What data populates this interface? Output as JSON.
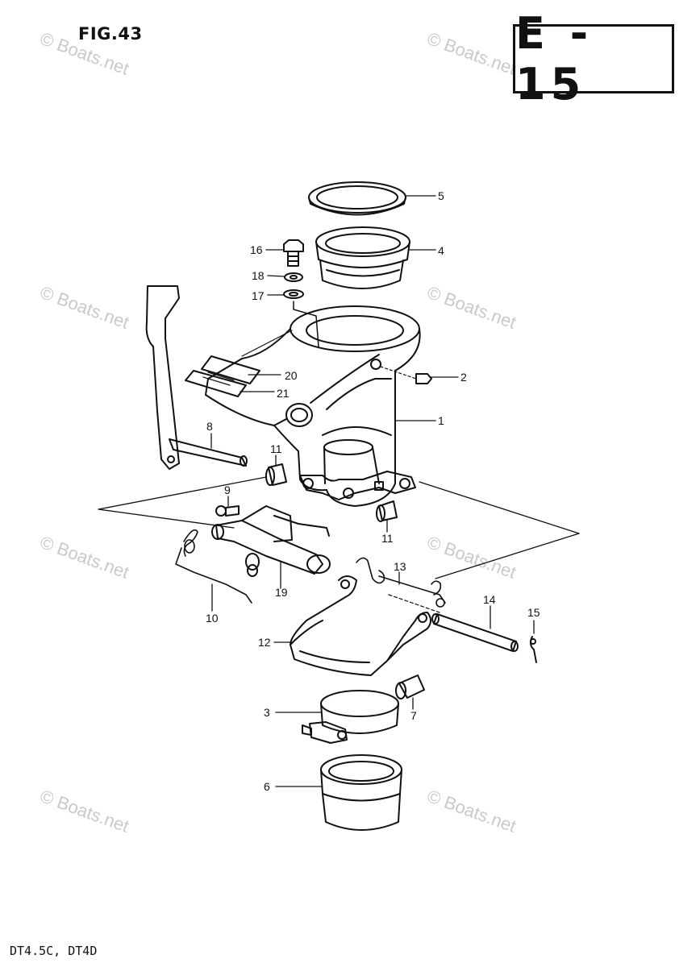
{
  "header": {
    "figure": "FIG.43",
    "page_code": "E - 15"
  },
  "footer": {
    "models": "DT4.5C, DT4D"
  },
  "watermark": {
    "text": "© Boats.net",
    "color": "#c9c9c9"
  },
  "callouts": [
    "1",
    "2",
    "3",
    "4",
    "5",
    "6",
    "7",
    "8",
    "9",
    "10",
    "11",
    "11",
    "12",
    "13",
    "14",
    "15",
    "16",
    "17",
    "18",
    "19",
    "20",
    "21"
  ]
}
